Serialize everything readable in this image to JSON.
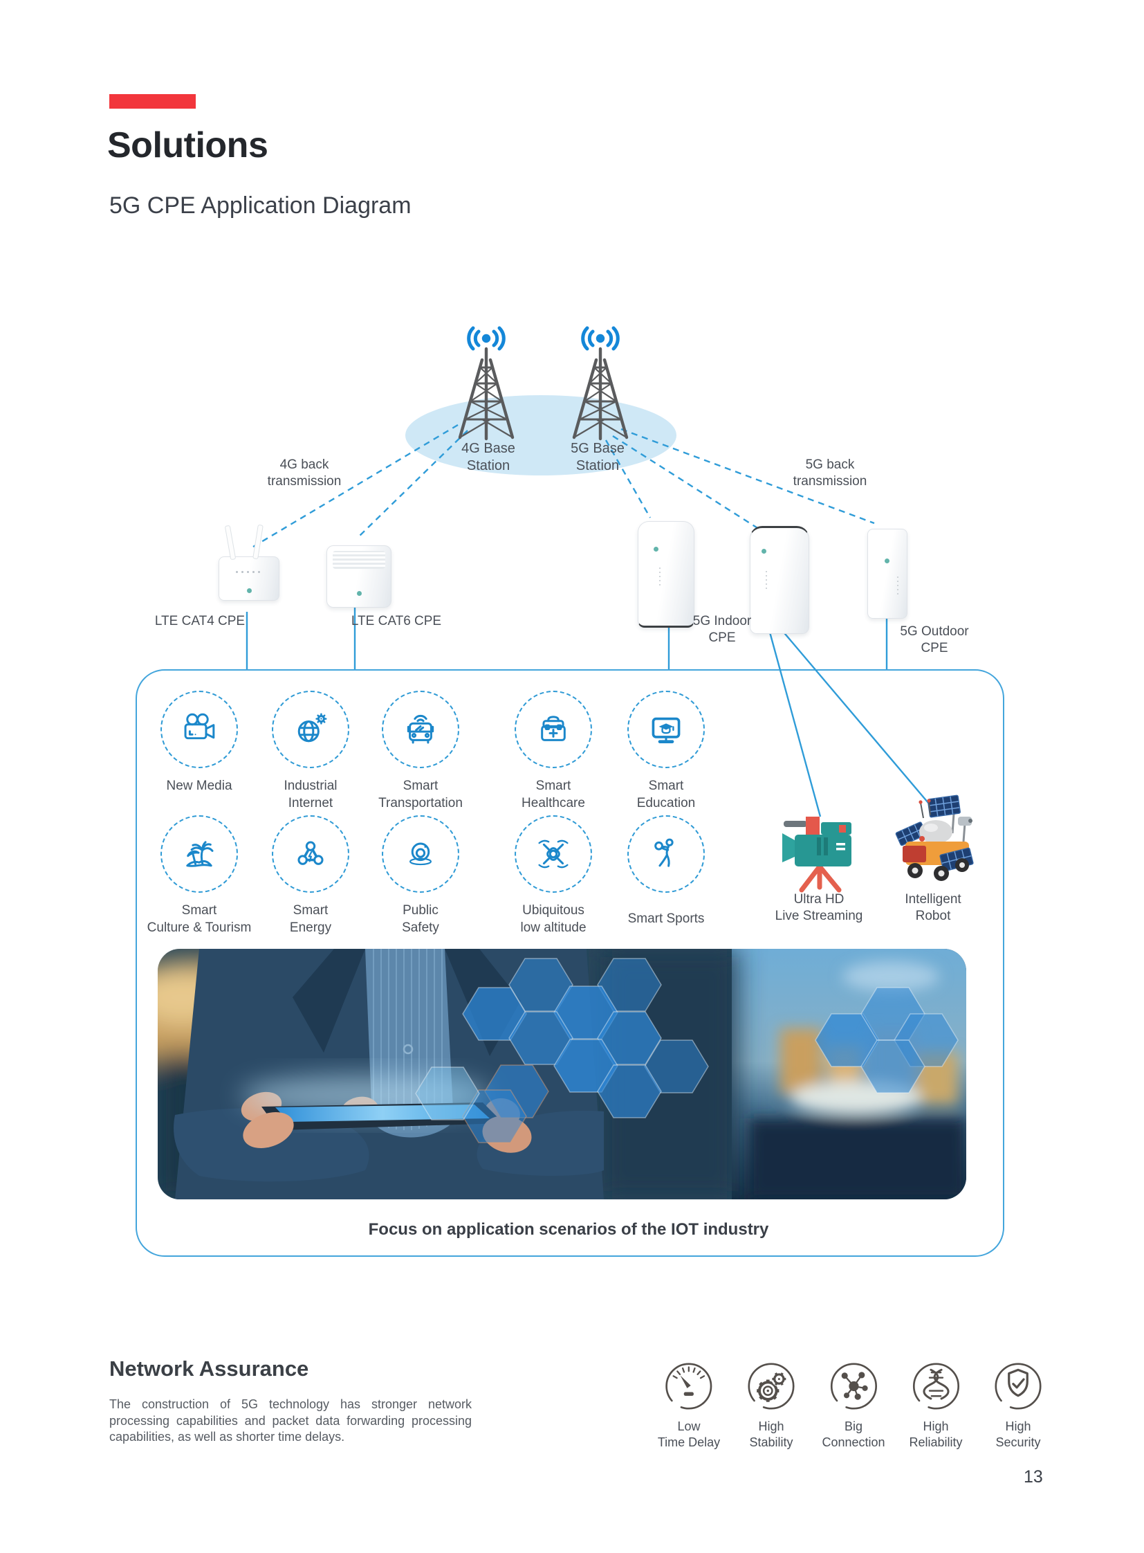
{
  "page": {
    "title": "Solutions",
    "subtitle": "5G CPE Application Diagram",
    "page_number": "13",
    "focus_caption": "Focus on application scenarios of the IOT industry",
    "accent_color": "#f2363c"
  },
  "diagram": {
    "base_stations": [
      {
        "icon": "cell-tower",
        "lines": [
          "4G Base",
          "Station"
        ]
      },
      {
        "icon": "cell-tower",
        "lines": [
          "5G Base",
          "Station"
        ]
      }
    ],
    "transmissions": [
      {
        "lines": [
          "4G back",
          "transmission"
        ]
      },
      {
        "lines": [
          "5G back",
          "transmission"
        ]
      }
    ],
    "devices": [
      {
        "label": "LTE CAT4 CPE"
      },
      {
        "label": "LTE CAT6 CPE"
      },
      {
        "lines": [
          "5G Indoor",
          "CPE"
        ]
      },
      {
        "lines": [
          "5G Outdoor",
          "CPE"
        ]
      }
    ]
  },
  "scenarios": {
    "row1": [
      {
        "icon": "video-camera",
        "lines": [
          "New Media",
          ""
        ]
      },
      {
        "icon": "globe-gear",
        "lines": [
          "Industrial",
          "Internet"
        ]
      },
      {
        "icon": "connected-bus",
        "lines": [
          "Smart",
          "Transportation"
        ]
      },
      {
        "icon": "medical-kit",
        "lines": [
          "Smart",
          "Healthcare"
        ]
      },
      {
        "icon": "monitor-graduation-cap",
        "lines": [
          "Smart",
          "Education"
        ]
      }
    ],
    "row2": [
      {
        "icon": "palm-island",
        "lines": [
          "Smart",
          "Culture & Tourism"
        ]
      },
      {
        "icon": "energy-nodes",
        "lines": [
          "Smart",
          "Energy"
        ]
      },
      {
        "icon": "dome-camera",
        "lines": [
          "Public",
          "Safety"
        ]
      },
      {
        "icon": "drone",
        "lines": [
          "Ubiquitous",
          "low altitude"
        ]
      },
      {
        "icon": "sports-player",
        "lines": [
          "Smart Sports",
          ""
        ]
      }
    ],
    "illustrations": [
      {
        "icon": "broadcast-camera",
        "lines": [
          "Ultra HD",
          "Live Streaming"
        ]
      },
      {
        "icon": "rover-robot",
        "lines": [
          "Intelligent",
          "Robot"
        ]
      }
    ]
  },
  "network_assurance": {
    "heading": "Network Assurance",
    "body": "The construction of 5G technology has stronger network processing capabilities and packet data forwarding processing capabilities, as well as shorter time delays.",
    "features": [
      {
        "icon": "speedometer",
        "lines": [
          "Low",
          "Time Delay"
        ]
      },
      {
        "icon": "gears",
        "lines": [
          "High",
          "Stability"
        ]
      },
      {
        "icon": "network-nodes",
        "lines": [
          "Big",
          "Connection"
        ]
      },
      {
        "icon": "dna-helix",
        "lines": [
          "High",
          "Reliability"
        ]
      },
      {
        "icon": "shield-check",
        "lines": [
          "High",
          "Security"
        ]
      }
    ]
  },
  "colors": {
    "accent_red": "#f2363c",
    "line_blue": "#2f9cd8",
    "icon_blue": "#1b87ca",
    "box_border": "#43a5dc",
    "ellipse_fill": "#cfe8f6",
    "tower_gray": "#5a5b5d",
    "feature_gray": "#544f4b"
  }
}
